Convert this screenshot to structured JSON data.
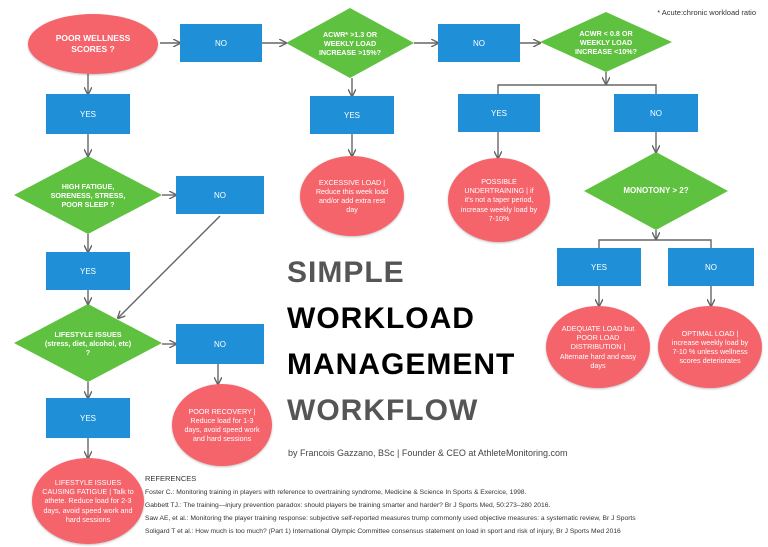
{
  "footnote": "* Acute:chronic workload ratio",
  "title": {
    "line1": "SIMPLE",
    "line2": "WORKLOAD",
    "line3": "MANAGEMENT",
    "line4": "WORKFLOW"
  },
  "byline": "by Francois Gazzano, BSc | Founder & CEO at AthleteMonitoring.com",
  "nodes": {
    "poor_wellness": "POOR WELLNESS SCORES ?",
    "high_fatigue": "HIGH FATIGUE, SORENESS, STRESS, POOR SLEEP ?",
    "lifestyle": "LIFESTYLE ISSUES (stress, diet, alcohol, etc) ?",
    "acwr_high": "ACWR* >1.3 OR WEEKLY LOAD INCREASE >15%?",
    "acwr_low": "ACWR < 0.8 OR WEEKLY LOAD INCREASE <10%?",
    "monotony": "MONOTONY > 2?",
    "excessive_load": "EXCESSIVE LOAD | Reduce this week load and/or add extra rest day",
    "undertraining": "POSSIBLE UNDERTRAINING | if it's not a taper period, increase weekly load by 7-10%",
    "poor_recovery": "POOR RECOVERY | Reduce load for 1-3 days, avoid speed work and hard sessions",
    "lifestyle_fatigue": "LIFESTYLE ISSUES CAUSING FATIGUE | Talk to athete. Reduce load for 2-3 days, avoid speed work and hard sessions",
    "adequate_load": "ADEQUATE LOAD but POOR LOAD DISTRIBUTION | Alternate hard and easy days",
    "optimal_load": "OPTIMAL LOAD | increase weekly load by 7-10 % unless wellness scores deteriorates"
  },
  "labels": {
    "no": "NO",
    "yes": "YES"
  },
  "references": {
    "heading": "REFERENCES",
    "items": [
      "Foster C.: Monitoring training in players with reference to overtraining syndrome, Medicine & Science In Sports & Exercice, 1998.",
      "Gabbett TJ.: The training—injury prevention paradox: should players be training smarter and harder?  Br J Sports Med, 50:273–280 2016.",
      "Saw AE, et al.: Monitoring the player training response: subjective self-reported measures trump commonly used objective measures: a systematic review, Br J Sports",
      "Soligard T et al.: How much is too much? (Part 1) International Olympic Committee consensus statement on load in sport and risk of injury, Br J Sports Med 2016"
    ]
  },
  "colors": {
    "box_blue": "#1f8fd8",
    "diamond_green": "#5fc140",
    "oval_red": "#f5636b",
    "arrow_gray": "#666666",
    "title_gray": "#555555",
    "title_black": "#000000"
  }
}
